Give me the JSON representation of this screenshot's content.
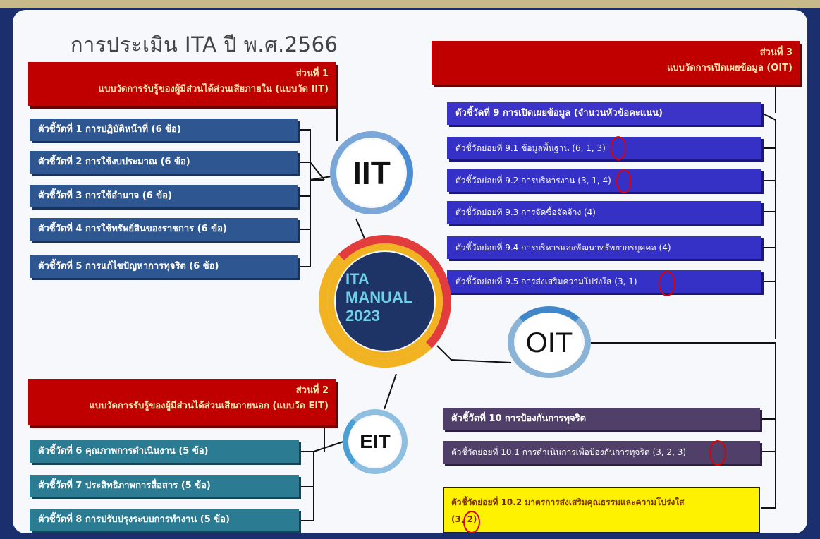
{
  "title": "การประเมิน ITA ปี พ.ศ.2566",
  "part1": {
    "label": "ส่วนที่ 1",
    "desc": "แบบวัดการรับรู้ของผู้มีส่วนได้ส่วนเสียภายใน (แบบวัด IIT)",
    "items": [
      "ตัวชี้วัดที่ 1 การปฏิบัติหน้าที่ (6 ข้อ)",
      "ตัวชี้วัดที่ 2 การใช้งบประมาณ (6 ข้อ)",
      "ตัวชี้วัดที่ 3 การใช้อำนาจ (6 ข้อ)",
      "ตัวชี้วัดที่ 4 การใช้ทรัพย์สินของราชการ (6 ข้อ)",
      "ตัวชี้วัดที่ 5 การแก้ไขปัญหาการทุจริต (6 ข้อ)"
    ]
  },
  "part2": {
    "label": "ส่วนที่ 2",
    "desc": "แบบวัดการรับรู้ของผู้มีส่วนได้ส่วนเสียภายนอก (แบบวัด EIT)",
    "items": [
      "ตัวชี้วัดที่ 6 คุณภาพการดำเนินงาน (5 ข้อ)",
      "ตัวชี้วัดที่ 7 ประสิทธิภาพการสื่อสาร (5 ข้อ)",
      "ตัวชี้วัดที่ 8 การปรับปรุงระบบการทำงาน (5 ข้อ)"
    ]
  },
  "part3": {
    "label": "ส่วนที่ 3",
    "desc": "แบบวัดการเปิดเผยข้อมูล (OIT)",
    "indicator9": "ตัวชี้วัดที่ 9 การเปิดเผยข้อมูล (จำนวนหัวข้อคะแนน)",
    "sub9": [
      "ตัวชี้วัดย่อยที่ 9.1 ข้อมูลพื้นฐาน (6, 1, 3)",
      "ตัวชี้วัดย่อยที่ 9.2 การบริหารงาน (3, 1, 4)",
      "ตัวชี้วัดย่อยที่ 9.3 การจัดซื้อจัดจ้าง (4)",
      "ตัวชี้วัดย่อยที่ 9.4 การบริหารและพัฒนาทรัพยากรบุคคล (4)",
      "ตัวชี้วัดย่อยที่ 9.5 การส่งเสริมความโปร่งใส (3, 1)"
    ],
    "indicator10": "ตัวชี้วัดที่ 10 การป้องกันการทุจริต",
    "sub10_1": "ตัวชี้วัดย่อยที่ 10.1 การดำเนินการเพื่อป้องกันการทุจริต (3, 2, 3)",
    "sub10_2_line1": "ตัวชี้วัดย่อยที่ 10.2 มาตรการส่งเสริมคุณธรรมและความโปร่งใส",
    "sub10_2_line2": "(3, 2)"
  },
  "hubs": {
    "iit": "IIT",
    "eit": "EIT",
    "oit": "OIT"
  },
  "manual": {
    "line1": "ITA",
    "line2": "MANUAL",
    "line3": "2023"
  },
  "colors": {
    "part_header": "#c00000",
    "iit_bar": "#2e5690",
    "eit_bar": "#2b7b92",
    "oit_bar": "#3c33c9",
    "p10_bar": "#4f3f69",
    "highlight": "#fff200",
    "mark": "#e00000"
  }
}
